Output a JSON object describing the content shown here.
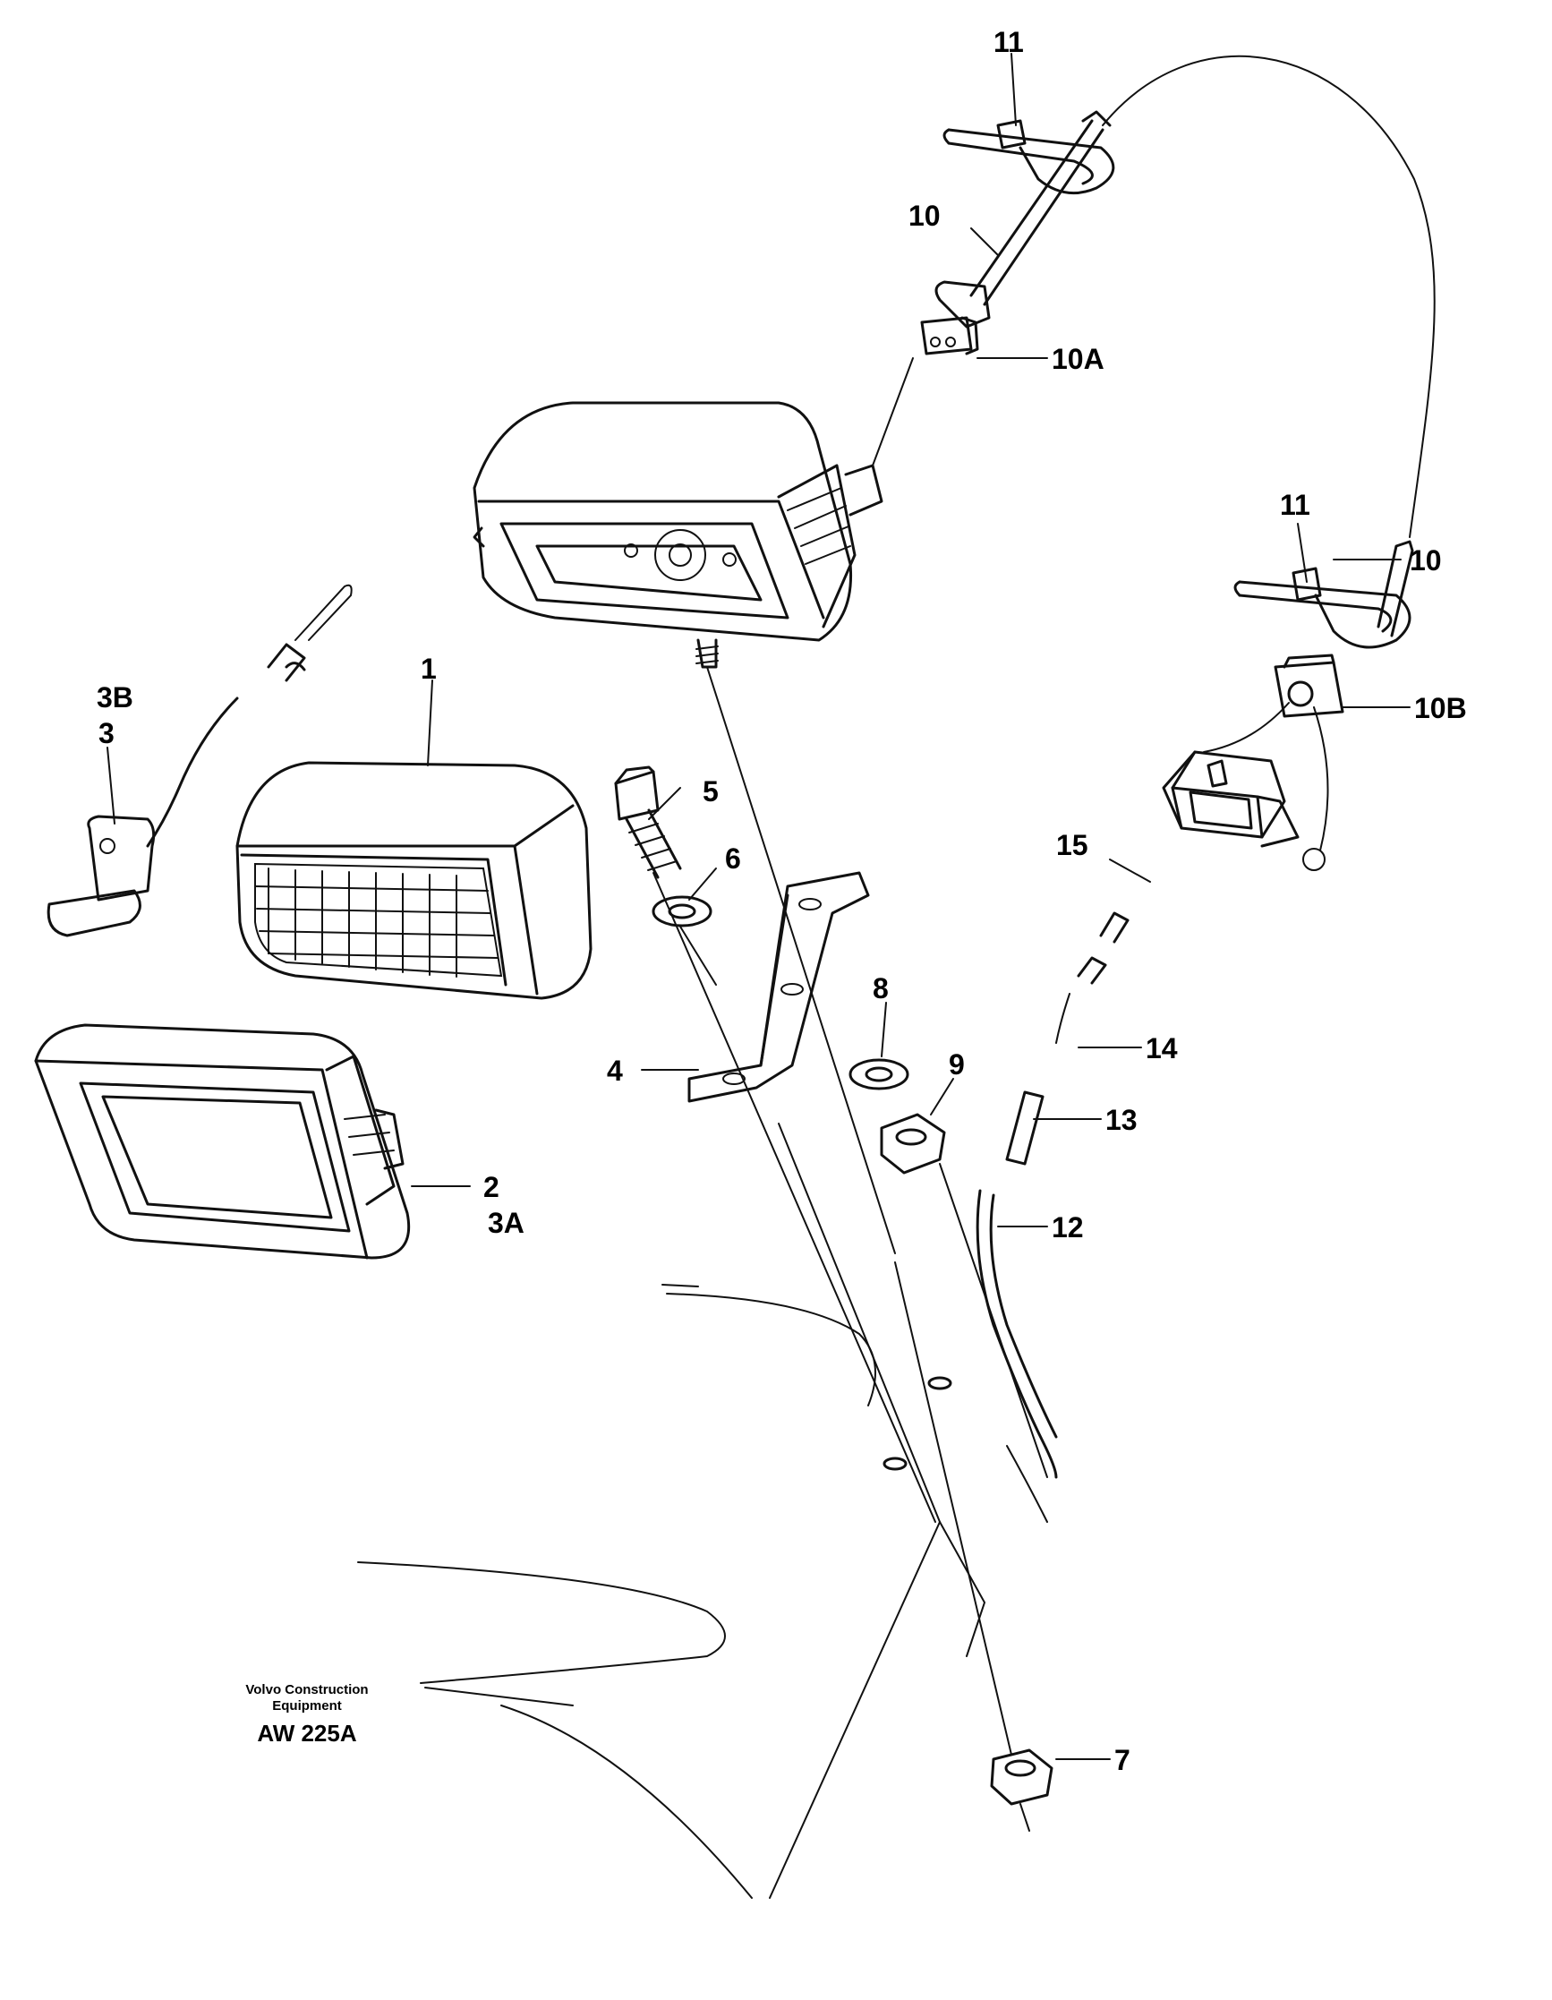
{
  "diagram": {
    "callouts": [
      {
        "id": "c11a",
        "text": "11"
      },
      {
        "id": "c10a",
        "text": "10"
      },
      {
        "id": "c10A",
        "text": "10A"
      },
      {
        "id": "c11b",
        "text": "11"
      },
      {
        "id": "c10b",
        "text": "10"
      },
      {
        "id": "c10B",
        "text": "10B"
      },
      {
        "id": "c3B",
        "text": "3B"
      },
      {
        "id": "c3",
        "text": "3"
      },
      {
        "id": "c1",
        "text": "1"
      },
      {
        "id": "c5",
        "text": "5"
      },
      {
        "id": "c6",
        "text": "6"
      },
      {
        "id": "c15",
        "text": "15"
      },
      {
        "id": "c8",
        "text": "8"
      },
      {
        "id": "c9",
        "text": "9"
      },
      {
        "id": "c14",
        "text": "14"
      },
      {
        "id": "c4",
        "text": "4"
      },
      {
        "id": "c13",
        "text": "13"
      },
      {
        "id": "c2",
        "text": "2"
      },
      {
        "id": "c3A",
        "text": "3A"
      },
      {
        "id": "c12",
        "text": "12"
      },
      {
        "id": "c7",
        "text": "7"
      }
    ],
    "footer": {
      "brand_line1": "Volvo Construction",
      "brand_line2": "Equipment",
      "code": "AW 225A"
    }
  }
}
